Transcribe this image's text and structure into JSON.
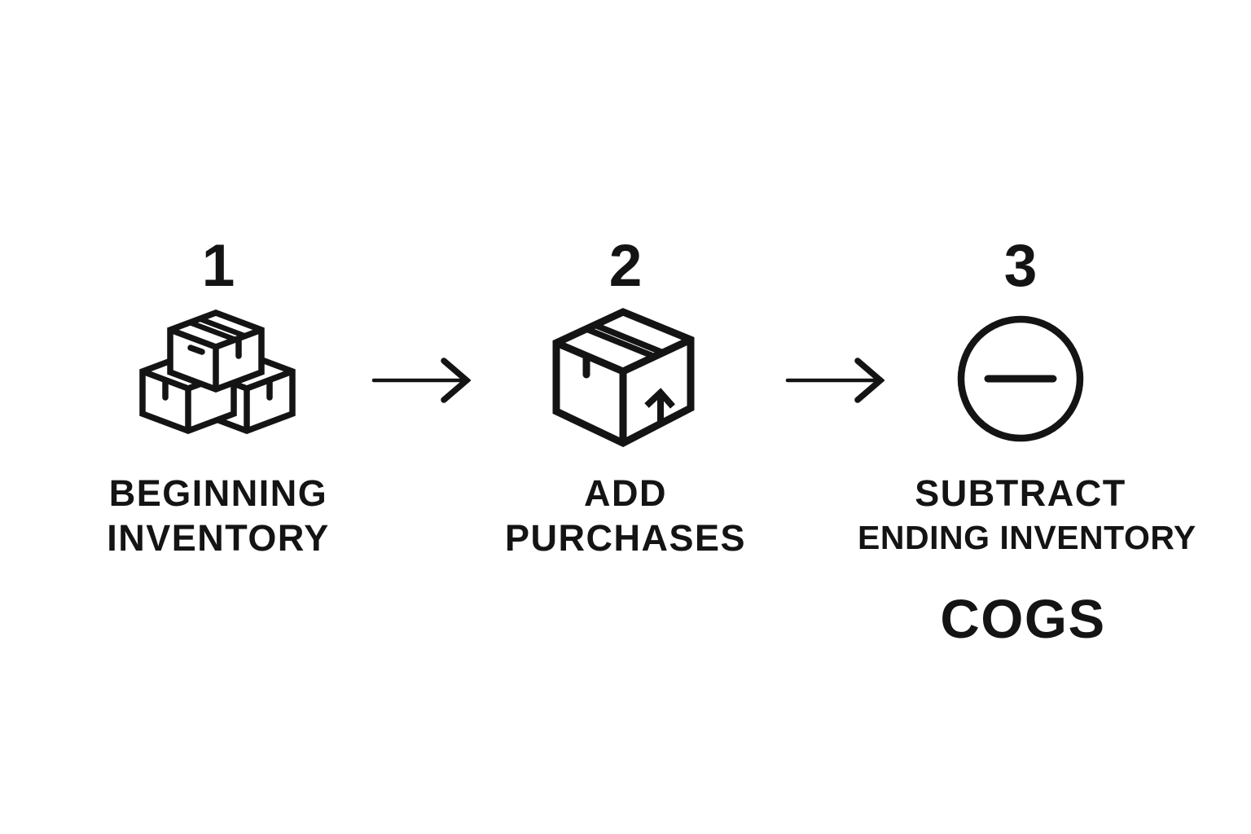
{
  "colors": {
    "ink": "#141414",
    "background": "#ffffff"
  },
  "steps": [
    {
      "number": "1",
      "icon": "stacked-boxes-icon",
      "label_lines": [
        "BEGINNING",
        "INVENTORY"
      ]
    },
    {
      "number": "2",
      "icon": "box-arrow-up-icon",
      "label_lines": [
        "ADD",
        "PURCHASES"
      ]
    },
    {
      "number": "3",
      "icon": "minus-circle-icon",
      "label_lines": [
        "SUBTRACT",
        "ENDING INVENTORY"
      ],
      "result_label": "COGS"
    }
  ],
  "connectors": [
    "right-arrow-icon",
    "right-arrow-icon"
  ]
}
